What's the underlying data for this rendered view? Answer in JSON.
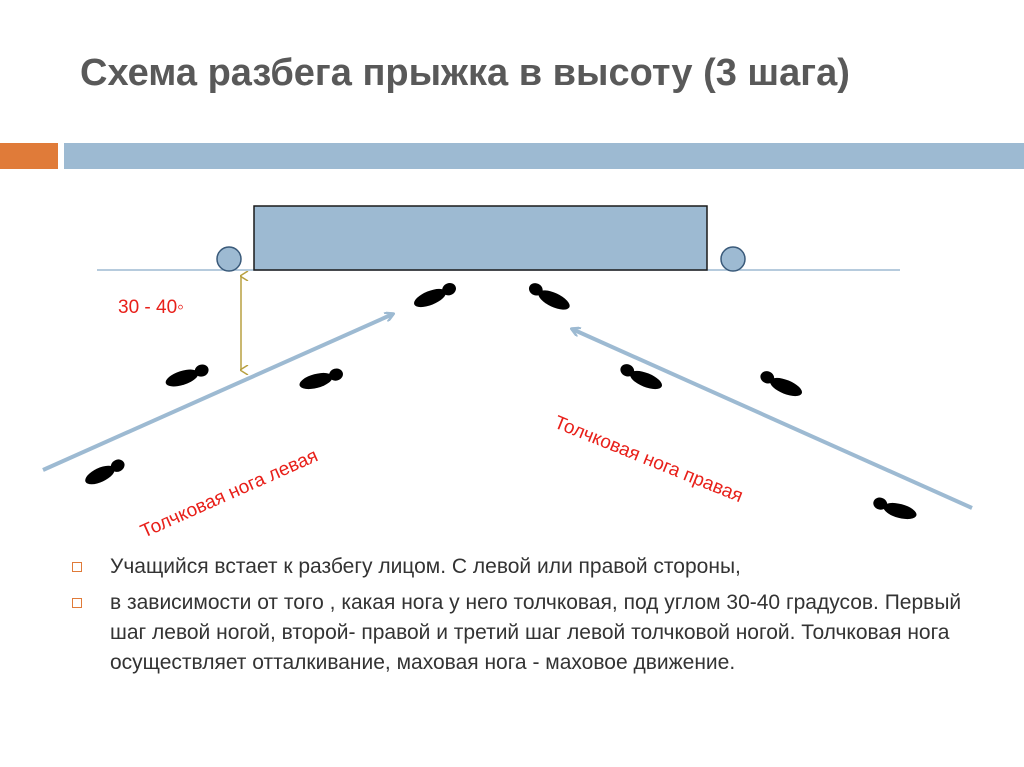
{
  "slide": {
    "title": "Схема разбега прыжка в высоту (3 шага)"
  },
  "diagram": {
    "angle_label": "30 - 40◦",
    "left_label": "Толчковая нога левая",
    "right_label": "Толчковая нога правая"
  },
  "bullets": [
    "Учащийся встает к разбегу лицом. С левой или правой стороны,",
    " в зависимости от того , какая нога у него толчковая, под углом 30-40 градусов. Первый шаг левой ногой, второй- правой и третий шаг левой толчковой ногой. Толчковая нога осуществляет отталкивание, маховая нога - маховое движение."
  ],
  "colors": {
    "title": "#595959",
    "accent_orange": "#e07b39",
    "accent_blue": "#9dbad2",
    "label_red": "#e8201a",
    "arrow_blue": "#9dbad2",
    "footprint": "#000000",
    "measure_line": "#b8a040"
  }
}
